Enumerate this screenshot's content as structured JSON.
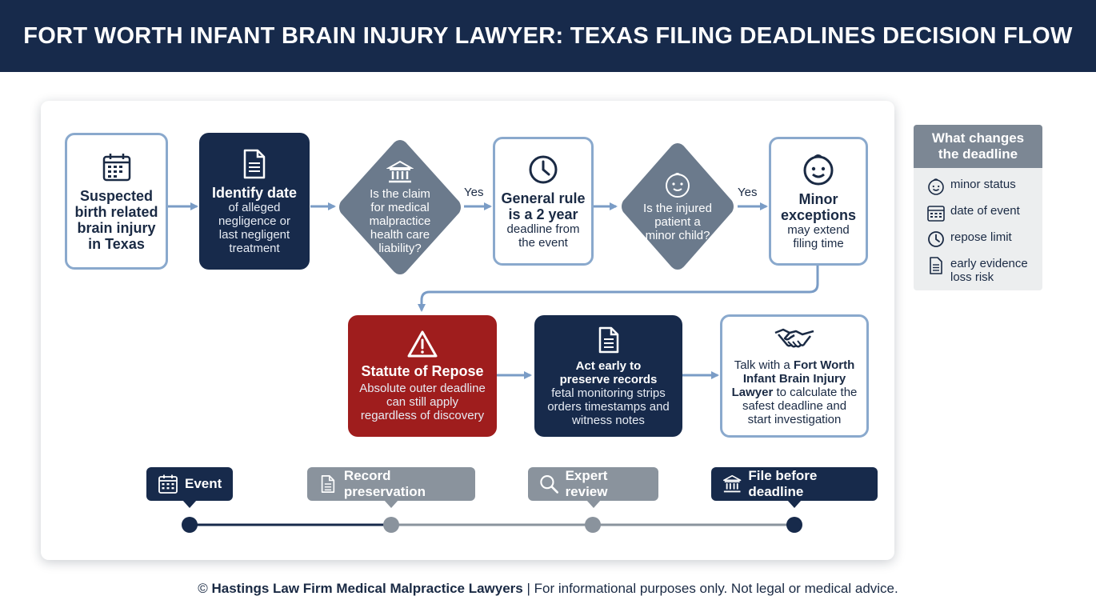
{
  "title": "FORT WORTH INFANT BRAIN INJURY LAWYER: TEXAS FILING DEADLINES DECISION FLOW",
  "nodes": {
    "suspected": {
      "line1": "Suspected",
      "line2": "birth related",
      "line3": "brain injury",
      "line4": "in Texas",
      "icon": "calendar-icon"
    },
    "identify": {
      "bold": "Identify date",
      "line1": "of alleged",
      "line2": "negligence or",
      "line3": "last negligent",
      "line4": "treatment",
      "icon": "document-icon"
    },
    "claim": {
      "line1": "Is the claim",
      "line2": "for medical",
      "line3": "malpractice",
      "line4": "health care",
      "line5": "liability?",
      "icon": "courthouse-icon"
    },
    "general": {
      "bold1": "General rule",
      "bold2": "is a 2 year",
      "line1": "deadline from",
      "line2": "the event",
      "icon": "clock-icon"
    },
    "minor_q": {
      "line1": "Is the injured",
      "line2": "patient a",
      "line3": "minor child?",
      "icon": "baby-icon"
    },
    "minor_ex": {
      "bold1": "Minor",
      "bold2": "exceptions",
      "line1": "may extend",
      "line2": "filing time",
      "icon": "baby-icon"
    },
    "repose": {
      "bold": "Statute of Repose",
      "line1": "Absolute outer deadline",
      "line2": "can still apply",
      "line3": "regardless of discovery",
      "icon": "warning-icon"
    },
    "act": {
      "bold1": "Act early to",
      "bold2": "preserve records",
      "line1": "fetal monitoring strips",
      "line2": "orders timestamps and",
      "line3": "witness notes",
      "icon": "document-icon"
    },
    "talk": {
      "pre": "Talk with a ",
      "bold_a": "Fort Worth",
      "bold_b": "Infant Brain Injury",
      "bold_c": "Lawyer",
      "post_a": " to calculate the",
      "post_b": "safest deadline and",
      "post_c": "start investigation",
      "icon": "handshake-icon"
    }
  },
  "yes_labels": [
    "Yes",
    "Yes"
  ],
  "sidebar": {
    "title_line1": "What changes",
    "title_line2": "the deadline",
    "items": [
      {
        "label": "minor status",
        "icon": "baby-icon"
      },
      {
        "label": "date of event",
        "icon": "calendar-icon"
      },
      {
        "label": "repose limit",
        "icon": "clock-icon"
      },
      {
        "label_line1": "early evidence",
        "label_line2": "loss risk",
        "icon": "document-icon"
      }
    ]
  },
  "timeline": [
    {
      "label": "Event",
      "icon": "calendar-icon",
      "style": "dark"
    },
    {
      "label": "Record preservation",
      "icon": "document-icon",
      "style": "grey"
    },
    {
      "label": "Expert review",
      "icon": "search-icon",
      "style": "grey"
    },
    {
      "label": "File before deadline",
      "icon": "courthouse-icon",
      "style": "dark"
    }
  ],
  "footer": {
    "prefix": "© ",
    "firm": "Hastings Law Firm Medical Malpractice Lawyers",
    "rest": " | For informational purposes only. Not legal or medical advice."
  },
  "colors": {
    "navy": "#172a4b",
    "slate": "#6b7a8c",
    "outline": "#8aa9cd",
    "arrow": "#7a9cc6",
    "red": "#9f1d1d",
    "grey_pill": "#8a939d",
    "sidebar_header": "#7c8794"
  }
}
